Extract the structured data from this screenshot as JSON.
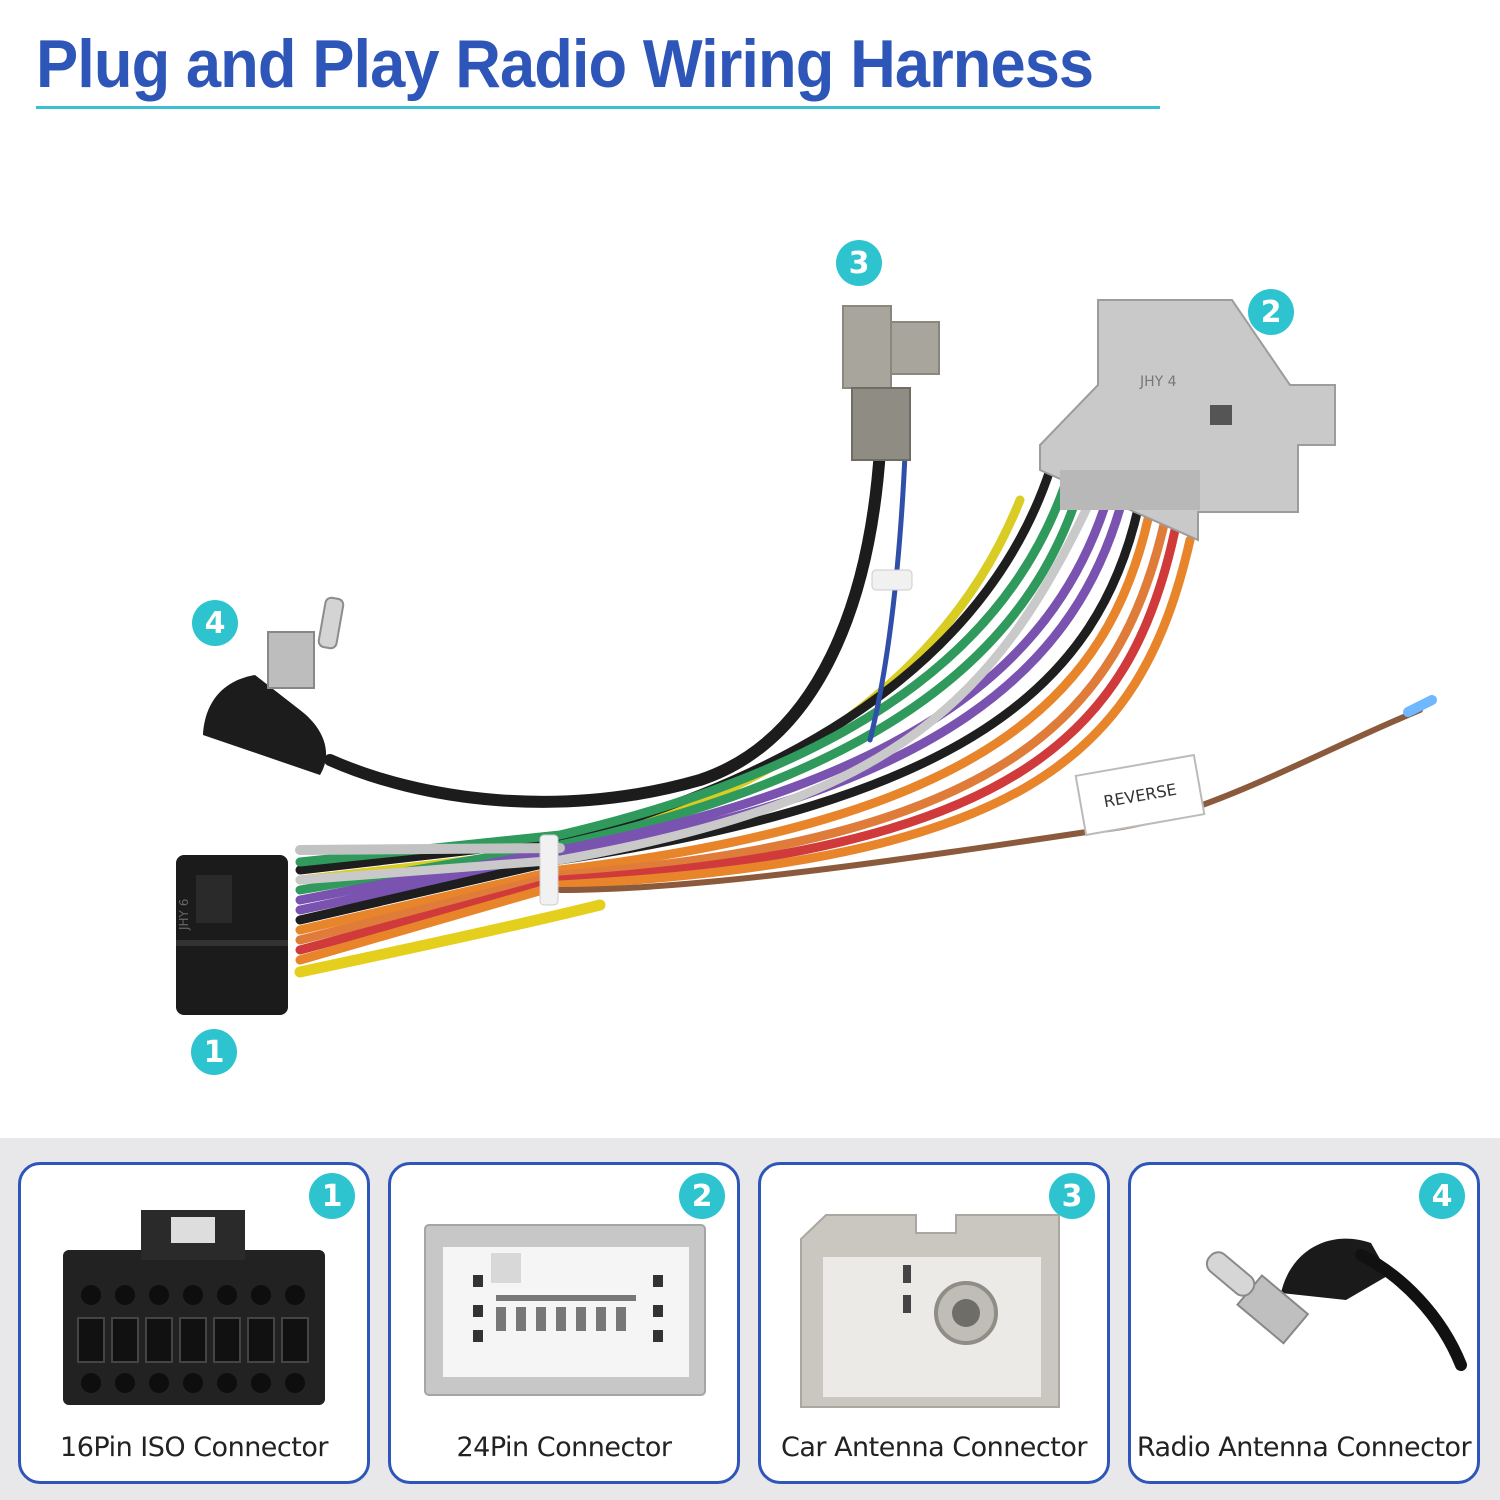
{
  "title": "Plug and Play Radio Wiring Harness",
  "colors": {
    "title": "#2e55b8",
    "accent": "#2ec4cf",
    "card_border": "#2e55b8",
    "panel_bg": "#e8e8ea"
  },
  "photo": {
    "callouts": [
      "1",
      "2",
      "3",
      "4"
    ],
    "connector_markings": [
      "JHY 4",
      "JHY 6"
    ],
    "tag_text": "REVERSE",
    "icons": [
      "16pin-iso-connector",
      "24pin-connector",
      "car-antenna-connector",
      "radio-antenna-plug",
      "reverse-wire-tag"
    ]
  },
  "cards": [
    {
      "badge": "1",
      "label": "16Pin ISO Connector",
      "icon": "iso-connector-icon"
    },
    {
      "badge": "2",
      "label": "24Pin Connector",
      "icon": "24pin-connector-icon"
    },
    {
      "badge": "3",
      "label": "Car Antenna Connector",
      "icon": "car-antenna-connector-icon"
    },
    {
      "badge": "4",
      "label": "Radio Antenna Connector",
      "icon": "radio-antenna-connector-icon"
    }
  ]
}
